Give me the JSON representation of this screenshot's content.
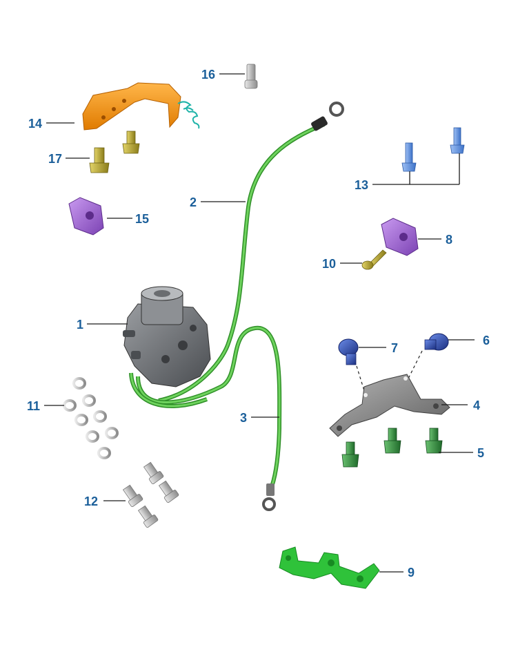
{
  "colors": {
    "callout_text": "#1b5f9a",
    "hose_green": "#3fae35",
    "bracket_orange": "#f39a1f",
    "clamp_purple": "#a66bd6",
    "bolt_blue": "#6a9be0",
    "bolt_olive": "#c2b23a",
    "bracket_green": "#2fc23a",
    "bolt_green": "#3c8a44",
    "bolt_navy": "#2d4ea8",
    "modulator_gray": "#6b6e72",
    "washer_gray": "#b8b8b8",
    "bracket_gray": "#8a8a8a"
  },
  "parts": [
    {
      "id": "part-1",
      "label": "1",
      "name": "abs-modulator"
    },
    {
      "id": "part-2",
      "label": "2",
      "name": "brake-hose-upper"
    },
    {
      "id": "part-3",
      "label": "3",
      "name": "brake-hose-lower"
    },
    {
      "id": "part-4",
      "label": "4",
      "name": "mounting-bracket"
    },
    {
      "id": "part-5",
      "label": "5",
      "name": "bracket-bolts"
    },
    {
      "id": "part-6",
      "label": "6",
      "name": "bolt-right"
    },
    {
      "id": "part-7",
      "label": "7",
      "name": "bolt-left"
    },
    {
      "id": "part-8",
      "label": "8",
      "name": "hose-clamp-right"
    },
    {
      "id": "part-9",
      "label": "9",
      "name": "green-bracket"
    },
    {
      "id": "part-10",
      "label": "10",
      "name": "clamp-screw"
    },
    {
      "id": "part-11",
      "label": "11",
      "name": "sealing-washers"
    },
    {
      "id": "part-12",
      "label": "12",
      "name": "banjo-bolts"
    },
    {
      "id": "part-13",
      "label": "13",
      "name": "blue-bolts"
    },
    {
      "id": "part-14",
      "label": "14",
      "name": "orange-bracket"
    },
    {
      "id": "part-15",
      "label": "15",
      "name": "hose-clamp-left"
    },
    {
      "id": "part-16",
      "label": "16",
      "name": "pin-bolt"
    },
    {
      "id": "part-17",
      "label": "17",
      "name": "olive-bolts"
    }
  ]
}
